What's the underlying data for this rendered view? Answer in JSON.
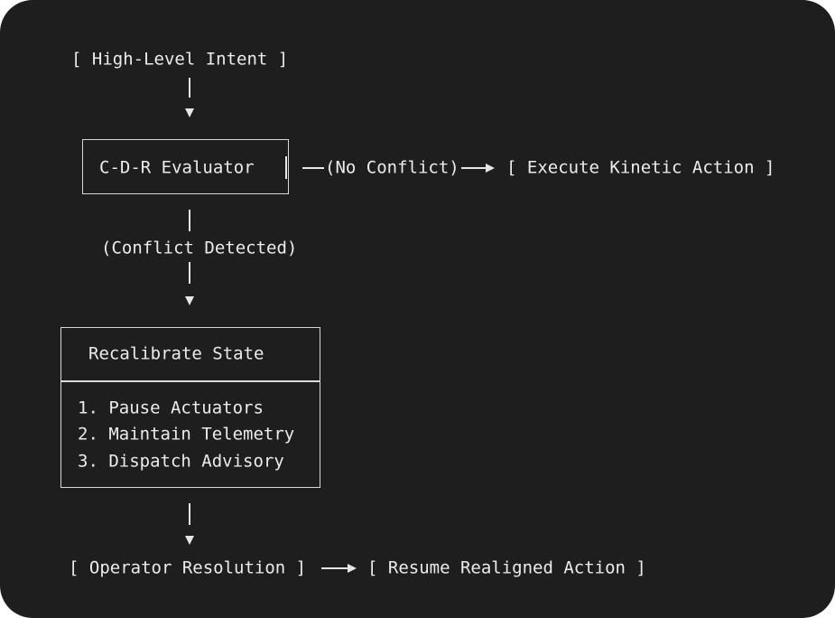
{
  "diagram": {
    "intent_label": "[ High-Level Intent ]",
    "evaluator": {
      "label": "C-D-R Evaluator"
    },
    "no_conflict_label": "(No Conflict)",
    "execute_label": "[ Execute Kinetic Action ]",
    "conflict_label": "(Conflict Detected)",
    "recalibrate": {
      "title": "Recalibrate State",
      "steps": [
        "1. Pause Actuators",
        "2. Maintain Telemetry",
        "3. Dispatch Advisory"
      ]
    },
    "operator_label": "[ Operator Resolution ]",
    "resume_label": "[ Resume Realigned Action ]"
  },
  "colors": {
    "background": "#1e1e1e",
    "text": "#ececec",
    "lines": "#e6e6e6"
  }
}
